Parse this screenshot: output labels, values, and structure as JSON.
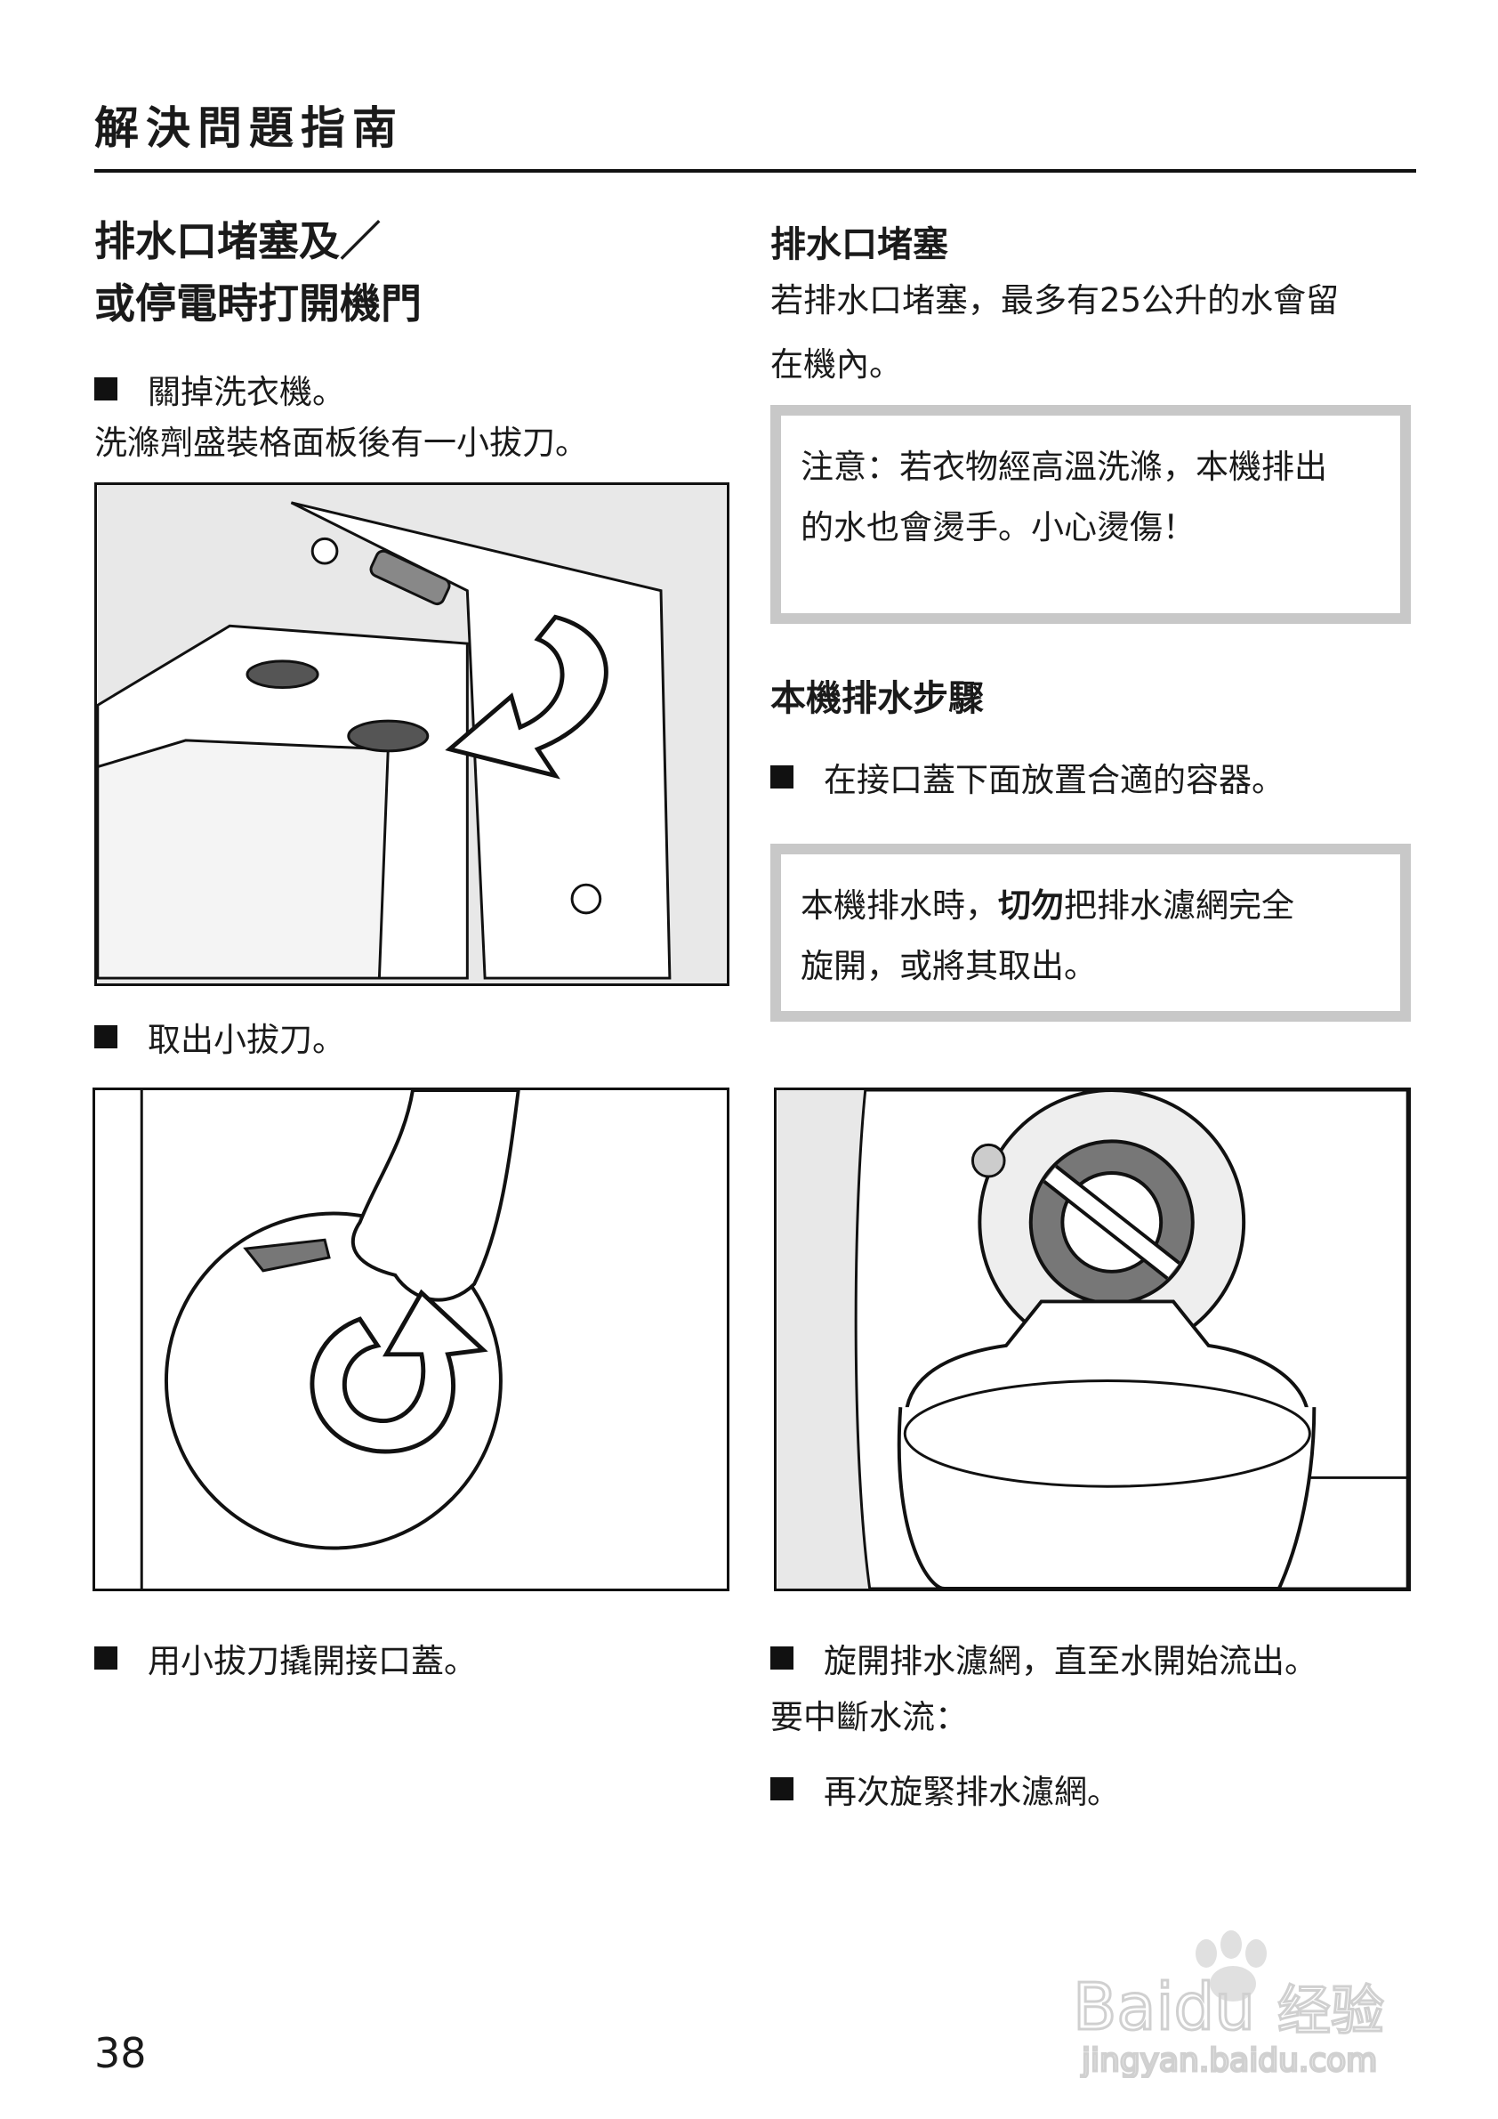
{
  "header": {
    "title": "解決問題指南"
  },
  "left": {
    "heading_line1": "排水口堵塞及／",
    "heading_line2": "或停電時打開機門",
    "step1": "關掉洗衣機。",
    "note1": "洗滌劑盛裝格面板後有一小拔刀。",
    "step2": "取出小拔刀。",
    "step3": "用小拔刀撬開接口蓋。"
  },
  "right": {
    "heading_blocked": "排水口堵塞",
    "para_line1": "若排水口堵塞，最多有25公升的水會留",
    "para_line2": "在機內。",
    "caution_line1": "注意：若衣物經高溫洗滌，本機排出",
    "caution_line2": "的水也會燙手。小心燙傷！",
    "heading_steps": "本機排水步驟",
    "step1": "在接口蓋下面放置合適的容器。",
    "warn_pre": "本機排水時，",
    "warn_strong": "切勿",
    "warn_post": "把排水濾網完全",
    "warn_line2": "旋開，或將其取出。",
    "step2": "旋開排水濾網，直至水開始流出。",
    "interrupt": "要中斷水流：",
    "step3": "再次旋緊排水濾網。"
  },
  "footer": {
    "page_number": "38"
  },
  "watermark": {
    "brand": "Baidu",
    "label": "经验",
    "url": "jingyan.baidu.com"
  }
}
